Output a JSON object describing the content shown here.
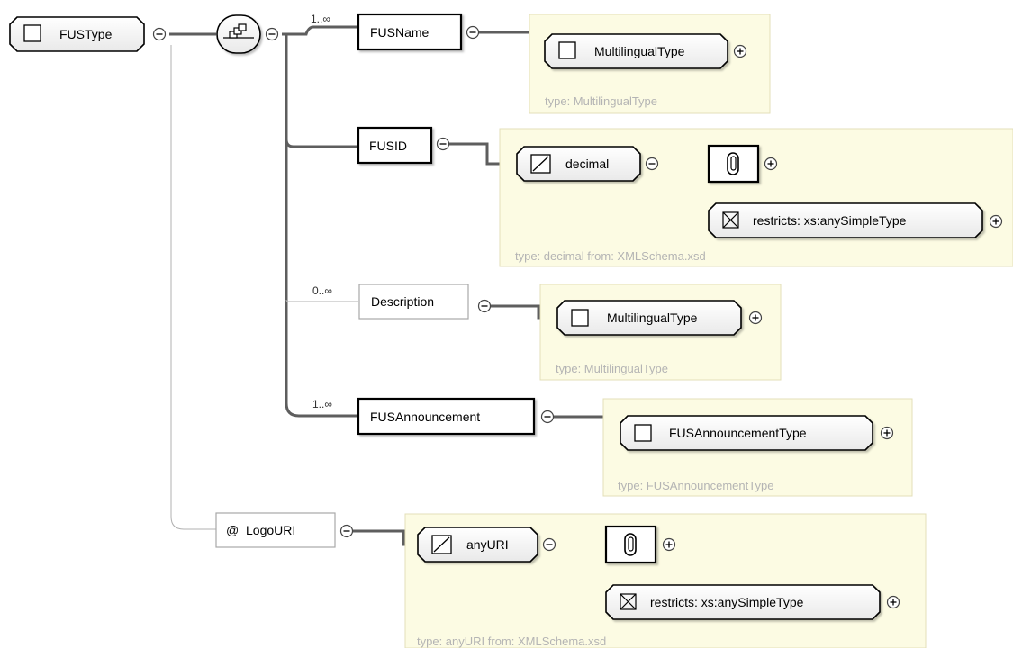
{
  "diagram": {
    "root": {
      "label": "FUSType"
    },
    "elements": {
      "fusname": {
        "label": "FUSName",
        "cardinality": "1..∞"
      },
      "fusid": {
        "label": "FUSID"
      },
      "description": {
        "label": "Description",
        "cardinality": "0..∞"
      },
      "fusannouncement": {
        "label": "FUSAnnouncement",
        "cardinality": "1..∞"
      }
    },
    "attribute": {
      "label": "LogoURI",
      "prefix": "@"
    },
    "types": {
      "fusname": {
        "label": "MultilingualType",
        "footer": "type: MultilingualType"
      },
      "fusid": {
        "label": "decimal",
        "restricts": "restricts: xs:anySimpleType",
        "footer": "type: decimal from: XMLSchema.xsd"
      },
      "description": {
        "label": "MultilingualType",
        "footer": "type: MultilingualType"
      },
      "fusannouncement": {
        "label": "FUSAnnouncementType",
        "footer": "type: FUSAnnouncementType"
      },
      "logouri": {
        "label": "anyURI",
        "restricts": "restricts: xs:anySimpleType",
        "footer": "type: anyURI from: XMLSchema.xsd"
      }
    }
  },
  "colors": {
    "line": "#5e5e5e",
    "typebox_fill": "#fcfbe3",
    "typebox_border": "#e3dfb8",
    "footer_text": "#b4b4b4"
  },
  "icons": [
    "collapse-icon",
    "expand-icon",
    "sequence-icon",
    "complex-type-icon",
    "simple-type-icon",
    "facet-clip-icon",
    "restriction-icon"
  ]
}
